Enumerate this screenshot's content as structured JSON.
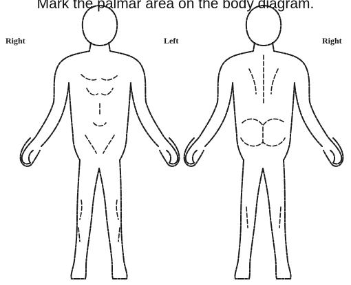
{
  "instruction": "Mark the palmar area on the body diagram.",
  "labels": {
    "front_right": "Right",
    "middle_left": "Left",
    "back_right": "Right"
  },
  "figures": {
    "front": "front-view-body",
    "back": "back-view-body"
  }
}
